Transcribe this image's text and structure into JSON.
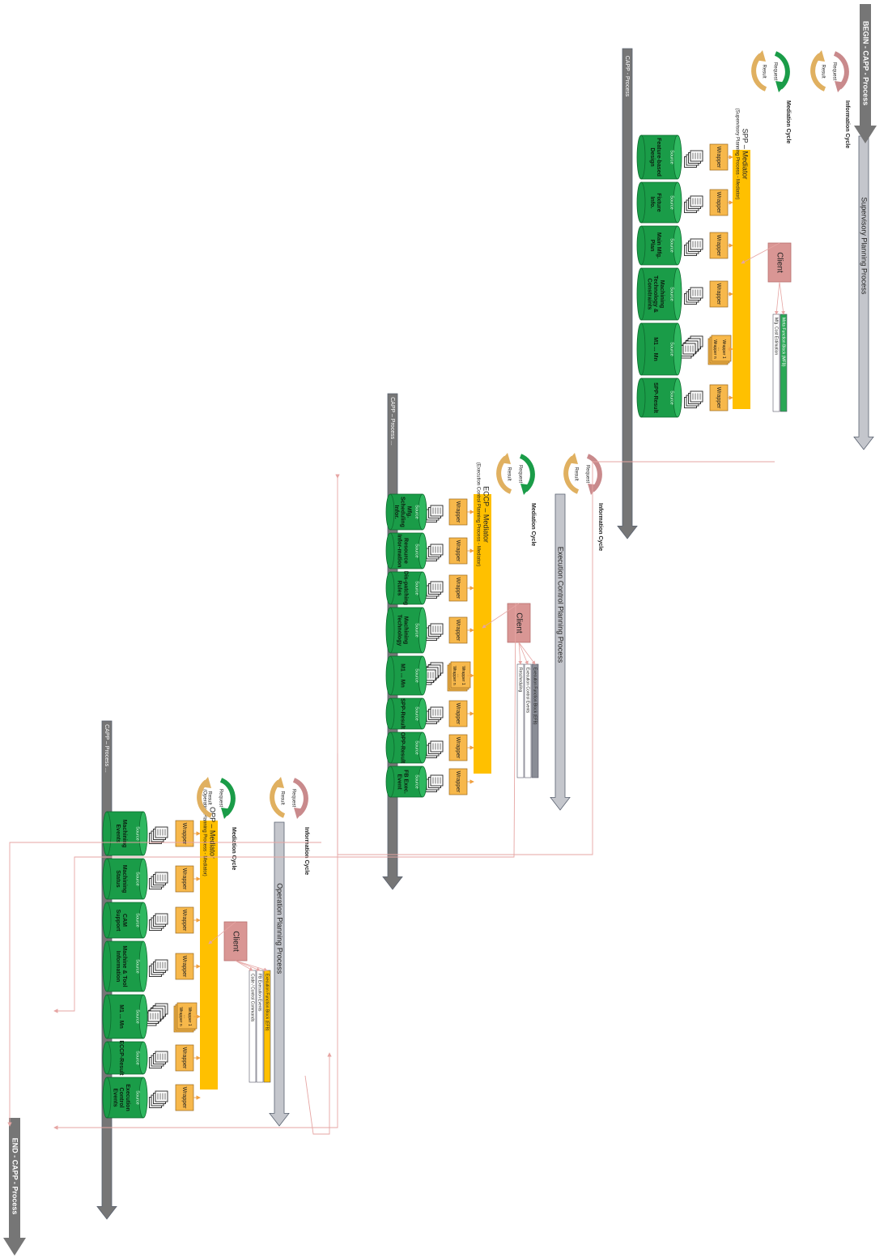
{
  "begin_label": "BEGIN - CAPP - Process",
  "end_label": "END - CAPP - Process",
  "colors": {
    "source_green": "#1a9c48",
    "source_dark": "#0d6a2e",
    "wrapper_orange": "#f7b84b",
    "mediator_yellow": "#ffc000",
    "client_pink": "#d99694",
    "process_gray": "#c4c6cc",
    "spine_gray": "#767676",
    "link_red": "#e6a5a3"
  },
  "cycles": {
    "information_title": "Information Cycle",
    "mediation_title": "Mediation Cycle",
    "request": "Request",
    "result": "Result"
  },
  "sections": [
    {
      "process_label": "Supervisory Planning Process",
      "capp_label": "CAPP - Process",
      "mediator_title": "SPP – Mediator",
      "mediator_subtitle": "(Supervisory Planning Process - Mediator)",
      "client_label": "Client",
      "function_blocks": [
        "Meta Function Block (MFB)",
        "Mfg. Cost Estimation"
      ],
      "wrapper_label": "Wrapper",
      "multi_wrapper_label": "Wrapper 1 ... Wrapper n",
      "source_tag": "Source",
      "sources": [
        "Feature-based Design",
        "Fixture Info.",
        "Main Mfg. Plan",
        "Machining Technology & Constraints",
        "M1 ... Mn",
        "SPP-Result"
      ]
    },
    {
      "process_label": "Execution Control Planning Process",
      "capp_label": "CAPP – Process ...",
      "mediator_title": "ECCP – Mediator",
      "mediator_subtitle": "(Execution Control Planning Process - Mediator)",
      "client_label": "Client",
      "function_blocks": [
        "Execution Function Block (EFB)",
        "Execution Control Events",
        "Rescheduling"
      ],
      "wrapper_label": "Wrapper",
      "multi_wrapper_label": "Wrapper 1 ... Wrapper n",
      "source_tag": "Source",
      "sources": [
        "Mfg. Scheduling Infor.",
        "Resource Infor-mation",
        "Dis-patching Rules",
        "Machining Technology",
        "M1 ... Mn",
        "SPP-Result",
        "OPP-Result",
        "FB Exec. Event"
      ]
    },
    {
      "process_label": "Operation Planning Process",
      "capp_label": "CAPP – Process ...",
      "mediator_title": "OPP – Mediator",
      "mediator_subtitle": "(Operation Planning Process - Mediator)",
      "client_label": "Client",
      "function_blocks": [
        "Execution Function Block (EFB)",
        "FB Execution Events",
        "Code / Control Commands"
      ],
      "wrapper_label": "Wrapper",
      "multi_wrapper_label": "Wrapper 1 ... Wrapper n",
      "source_tag": "Source",
      "sources": [
        "Machining Events",
        "Machining Status",
        "CAM Support",
        "Machine & Tool Information",
        "M1 ... Mn",
        "ECCP-Result",
        "Execution Control Events"
      ]
    }
  ]
}
